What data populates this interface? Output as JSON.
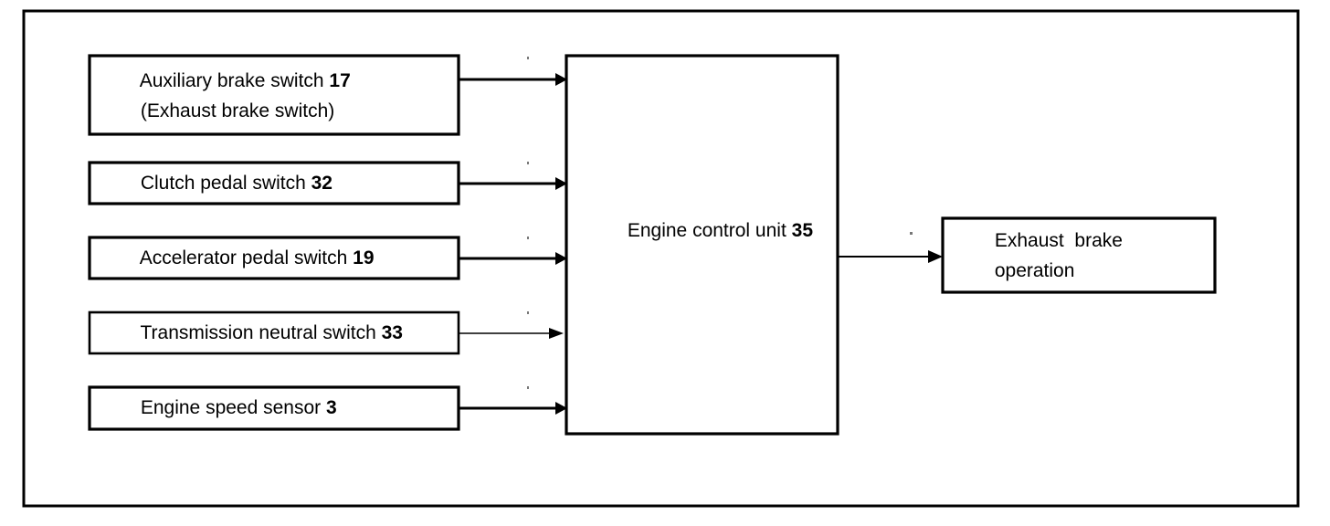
{
  "diagram": {
    "title_present": false,
    "border_color": "#000000",
    "background_color": "#ffffff",
    "line_color": "#000000",
    "inputs": [
      {
        "id": "auxiliary-brake-switch",
        "line1_text": "Auxiliary brake switch ",
        "line1_ref": "17",
        "line2_text": "(Exhaust brake switch)",
        "line2_ref": ""
      },
      {
        "id": "clutch-pedal-switch",
        "line1_text": "Clutch pedal switch ",
        "line1_ref": "32",
        "line2_text": "",
        "line2_ref": ""
      },
      {
        "id": "accelerator-pedal-switch",
        "line1_text": "Accelerator pedal switch ",
        "line1_ref": "19",
        "line2_text": "",
        "line2_ref": ""
      },
      {
        "id": "transmission-neutral-switch",
        "line1_text": "Transmission neutral switch ",
        "line1_ref": "33",
        "line2_text": "",
        "line2_ref": ""
      },
      {
        "id": "engine-speed-sensor",
        "line1_text": "Engine speed sensor ",
        "line1_ref": "3",
        "line2_text": "",
        "line2_ref": ""
      }
    ],
    "controller": {
      "id": "engine-control-unit",
      "text": "Engine control unit ",
      "ref": "35"
    },
    "output": {
      "id": "exhaust-brake-operation",
      "line1_text": "Exhaust  brake",
      "line2_text": "operation"
    }
  }
}
